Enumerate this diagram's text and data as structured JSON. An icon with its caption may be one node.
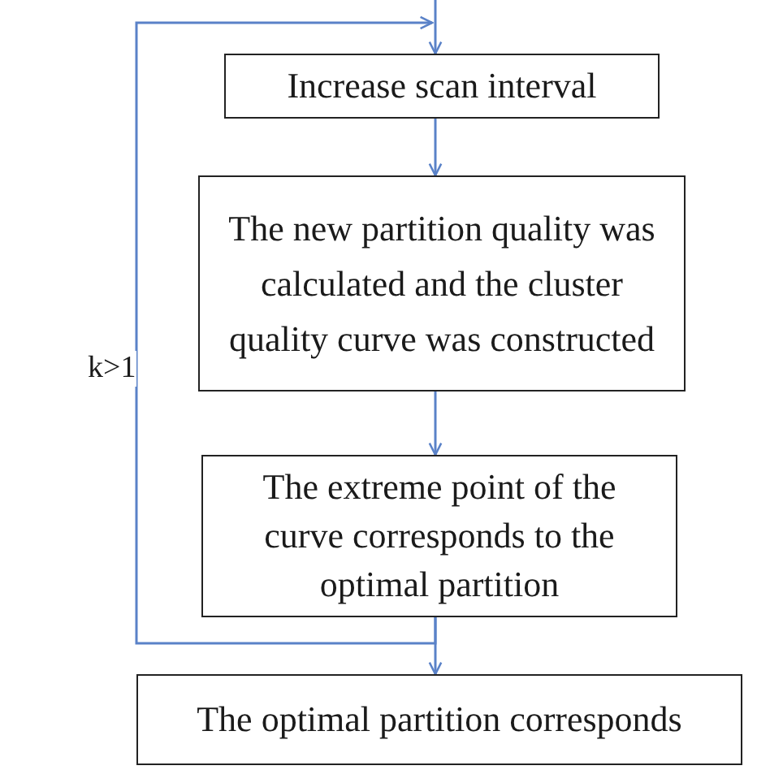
{
  "diagram": {
    "nodes": [
      {
        "text": [
          "Increase scan interval"
        ]
      },
      {
        "text": [
          "The new partition quality was calculated and the cluster quality curve was constructed"
        ]
      },
      {
        "text": [
          "The extreme point of the curve corresponds to the optimal partition"
        ]
      },
      {
        "text": [
          "The optimal partition corresponds"
        ]
      }
    ],
    "edges": [
      {
        "from": null,
        "to": 0,
        "arrow": "to"
      },
      {
        "from": 0,
        "to": 1,
        "arrow": "to"
      },
      {
        "from": 1,
        "to": 2,
        "arrow": "to"
      },
      {
        "from": 2,
        "to": 3,
        "arrow": "to"
      },
      {
        "from": 2,
        "to": 0,
        "arrow": "to",
        "label": "k>1"
      }
    ]
  }
}
